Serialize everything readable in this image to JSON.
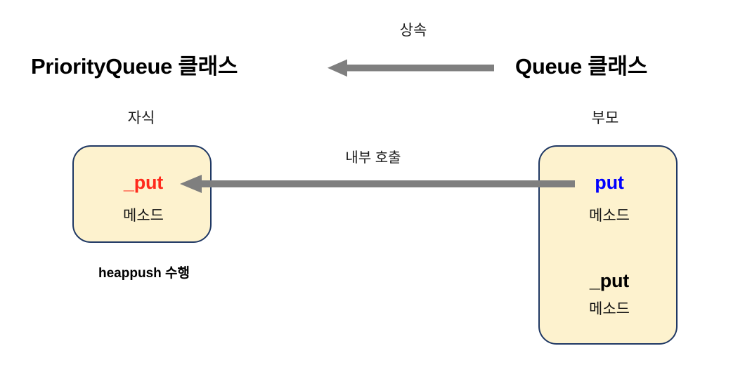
{
  "diagram": {
    "title_left": "PriorityQueue 클래스",
    "title_right": "Queue 클래스",
    "inheritance_label": "상속",
    "internal_call_label": "내부 호출",
    "child_label": "자식",
    "parent_label": "부모",
    "note_left": "heappush 수행",
    "colors": {
      "box_fill": "#FDF2CE",
      "box_border": "#1F3864",
      "arrow": "#7F7F7F",
      "method_overridden": "#FF2A1C",
      "method_public": "#0000FF",
      "method_default": "#000000",
      "text": "#000000",
      "background": "#FFFFFF"
    }
  },
  "child_box": {
    "methods": [
      {
        "name": "_put",
        "kind": "메소드",
        "color": "#FF2A1C"
      }
    ]
  },
  "parent_box": {
    "methods": [
      {
        "name": "put",
        "kind": "메소드",
        "color": "#0000FF"
      },
      {
        "name": "_put",
        "kind": "메소드",
        "color": "#000000"
      }
    ]
  },
  "arrows": {
    "inheritance": {
      "name": "inheritance-arrow",
      "direction": "left"
    },
    "internal_call": {
      "name": "internal-call-arrow",
      "direction": "left"
    }
  }
}
